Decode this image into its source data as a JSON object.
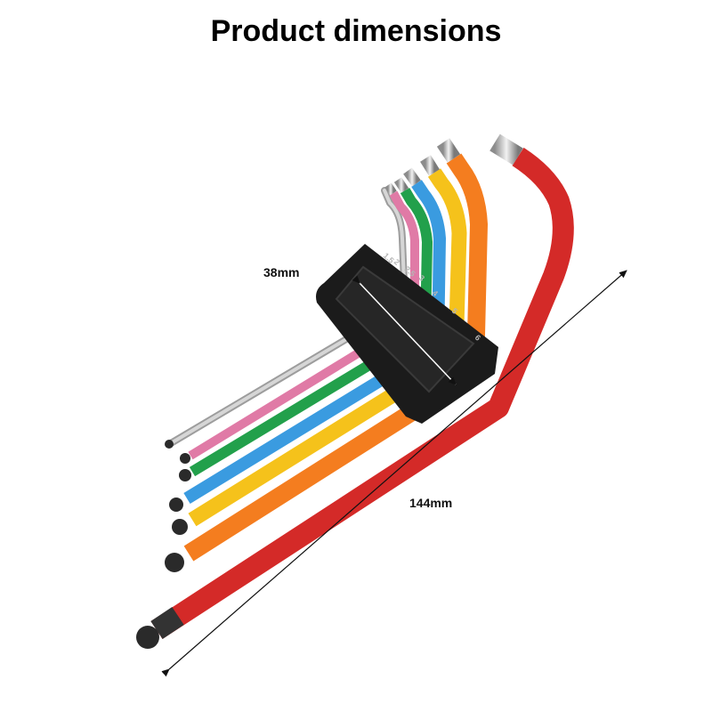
{
  "page": {
    "title": "Product dimensions"
  },
  "dimensions": {
    "holder_width": "38mm",
    "total_length": "144mm"
  },
  "holder_size_labels": [
    "1.5",
    "2",
    "2.5",
    "3",
    "4",
    "5",
    "6"
  ],
  "colors": {
    "red": "#d42a28",
    "orange": "#f47d1f",
    "yellow": "#f5c21b",
    "blue": "#3a9be0",
    "green": "#22a04b",
    "pink": "#e07aa6",
    "silver": "#b8b8b8",
    "holder": "#1b1b1b",
    "tip": "#2a2a2a"
  },
  "icons": {
    "product": "hex-key-set-image"
  }
}
